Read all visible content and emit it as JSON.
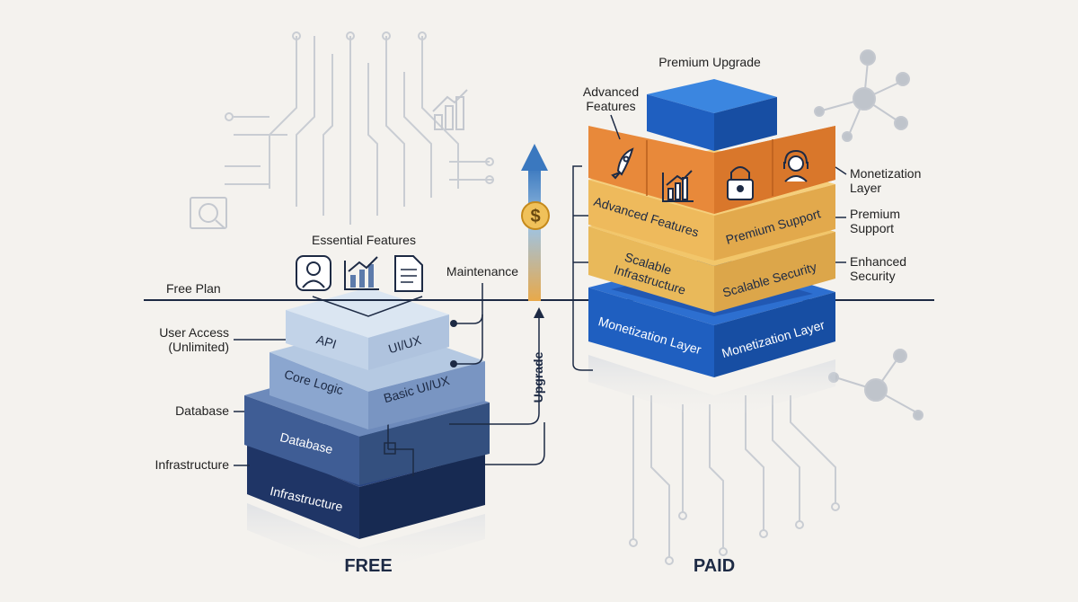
{
  "free": {
    "caption": "FREE",
    "plan_label": "Free Plan",
    "essential_features": "Essential Features",
    "maintenance": "Maintenance",
    "side_labels": {
      "user_access_line1": "User Access",
      "user_access_line2": "(Unlimited)",
      "database": "Database",
      "infrastructure": "Infrastructure"
    },
    "layers": {
      "api": "API",
      "uiux": "UI/UX",
      "core_logic": "Core Logic",
      "basic_uiux": "Basic UI/UX",
      "database": "Database",
      "infrastructure": "Infrastructure"
    },
    "icons": [
      "user-icon",
      "chart-icon",
      "document-icon"
    ]
  },
  "middle": {
    "upgrade": "Upgrade",
    "coin_symbol": "$"
  },
  "paid": {
    "caption": "PAID",
    "premium_upgrade": "Premium Upgrade",
    "advanced_features_line1": "Advanced",
    "advanced_features_line2": "Features",
    "side_labels": {
      "monetization_line1": "Monetization",
      "monetization_line2": "Layer",
      "premium_support_line1": "Premium",
      "premium_support_line2": "Support",
      "enhanced_security_line1": "Enhanced",
      "enhanced_security_line2": "Security"
    },
    "layers": {
      "advanced_features": "Advanced Features",
      "premium_support": "Premium Support",
      "scalable_infra_line1": "Scalable",
      "scalable_infra_line2": "Infrastructure",
      "scalable_security": "Scalable Security",
      "monetization_left": "Monetization Layer",
      "monetization_right": "Monetization Layer"
    },
    "icons": [
      "rocket-icon",
      "chart-icon",
      "lock-icon",
      "headset-icon"
    ]
  },
  "colors": {
    "background": "#f4f2ee",
    "free_light": "#c9d8ea",
    "free_mid": "#5d7bab",
    "free_dark": "#1f3566",
    "paid_orange": "#e8893a",
    "paid_gold": "#e9b95a",
    "paid_blue": "#1f5fc0",
    "line": "#1d2a44"
  }
}
